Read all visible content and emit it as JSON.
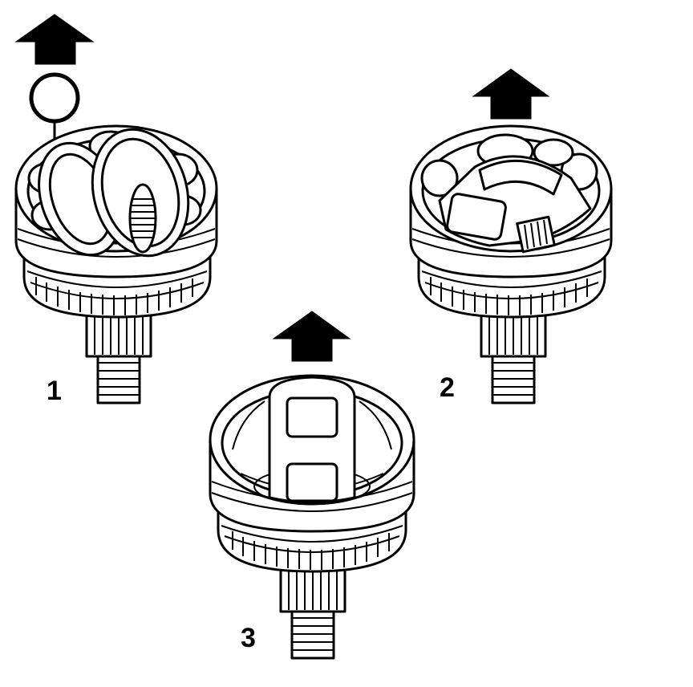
{
  "figure": {
    "steps": [
      {
        "label": "1",
        "arrow": "up-arrow",
        "marker": "circle-callout"
      },
      {
        "label": "2",
        "arrow": "up-arrow"
      },
      {
        "label": "3",
        "arrow": "up-arrow"
      }
    ],
    "colors": {
      "ink": "#000000",
      "background": "#ffffff"
    }
  }
}
